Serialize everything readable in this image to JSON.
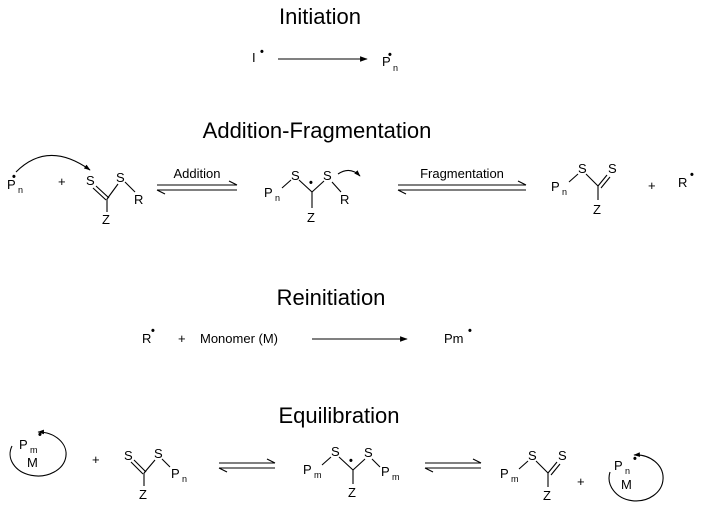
{
  "sections": {
    "initiation": "Initiation",
    "addfrag": "Addition-Fragmentation",
    "reinitiation": "Reinitiation",
    "equilibration": "Equilibration"
  },
  "labels": {
    "addition": "Addition",
    "fragmentation": "Fragmentation"
  },
  "species": {
    "initiator": "I",
    "radical_dot": "•",
    "plus": "+",
    "P": "P",
    "n": "n",
    "m": "m",
    "S": "S",
    "Z": "Z",
    "R": "R",
    "M": "M",
    "monomer": "Monomer (M)",
    "Pm": "Pm"
  }
}
